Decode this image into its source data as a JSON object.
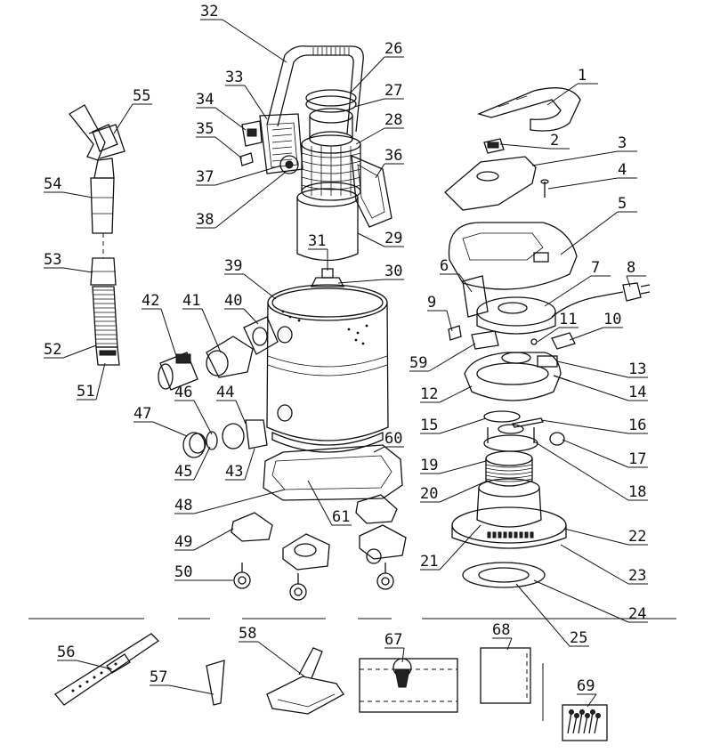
{
  "diagram": {
    "labels": {
      "1": "1",
      "2": "2",
      "3": "3",
      "4": "4",
      "5": "5",
      "6": "6",
      "7": "7",
      "8": "8",
      "9": "9",
      "10": "10",
      "11": "11",
      "12": "12",
      "13": "13",
      "14": "14",
      "15": "15",
      "16": "16",
      "17": "17",
      "18": "18",
      "19": "19",
      "20": "20",
      "21": "21",
      "22": "22",
      "23": "23",
      "24": "24",
      "25": "25",
      "26": "26",
      "27": "27",
      "28": "28",
      "29": "29",
      "30": "30",
      "31": "31",
      "32": "32",
      "33": "33",
      "34": "34",
      "35": "35",
      "36": "36",
      "37": "37",
      "38": "38",
      "39": "39",
      "40": "40",
      "41": "41",
      "42": "42",
      "43": "43",
      "44": "44",
      "45": "45",
      "46": "46",
      "47": "47",
      "48": "48",
      "49": "49",
      "50": "50",
      "51": "51",
      "52": "52",
      "53": "53",
      "54": "54",
      "55": "55",
      "56": "56",
      "57": "57",
      "58": "58",
      "59": "59",
      "60": "60",
      "61": "61",
      "67": "67",
      "68": "68",
      "69": "69"
    }
  }
}
